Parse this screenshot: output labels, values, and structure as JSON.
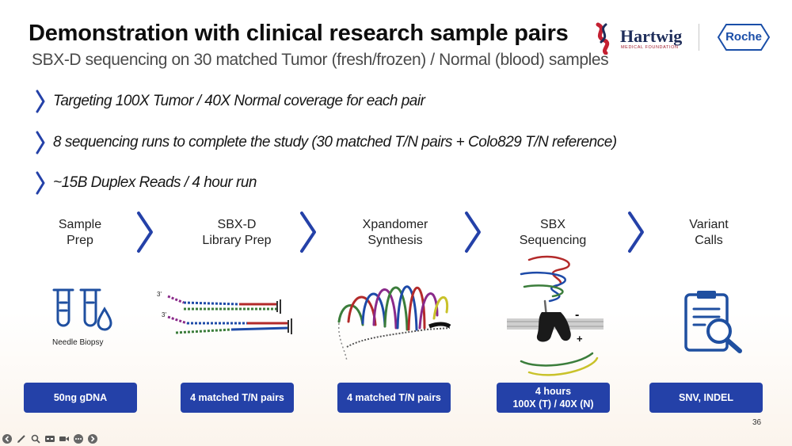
{
  "slide": {
    "title": "Demonstration with clinical research sample pairs",
    "subtitle": "SBX-D sequencing on 30 matched Tumor (fresh/frozen) / Normal (blood) samples",
    "page_number": "36"
  },
  "logos": {
    "hartwig_name": "Hartwig",
    "hartwig_sub": "MEDICAL FOUNDATION",
    "roche": "Roche"
  },
  "bullets": [
    "Targeting 100X Tumor / 40X Normal coverage for each pair",
    "8 sequencing runs to complete the study (30 matched T/N pairs + Colo829 T/N reference)",
    "~15B Duplex Reads / 4 hour run"
  ],
  "steps": [
    {
      "label_line1": "Sample",
      "label_line2": "Prep",
      "box_line1": "50ng gDNA",
      "box_line2": ""
    },
    {
      "label_line1": "SBX-D",
      "label_line2": "Library Prep",
      "box_line1": "4 matched T/N pairs",
      "box_line2": ""
    },
    {
      "label_line1": "Xpandomer",
      "label_line2": "Synthesis",
      "box_line1": "4 matched T/N pairs",
      "box_line2": ""
    },
    {
      "label_line1": "SBX",
      "label_line2": "Sequencing",
      "box_line1": "4 hours",
      "box_line2": "100X (T) / 40X (N)"
    },
    {
      "label_line1": "Variant",
      "label_line2": "Calls",
      "box_line1": "SNV, INDEL",
      "box_line2": ""
    }
  ],
  "illustration": {
    "needle_caption": "Needle Biopsy",
    "strand_end_a": "3'",
    "strand_end_b": "3'",
    "membrane_minus": "-",
    "membrane_plus": "+"
  },
  "colors": {
    "accent_blue": "#2441a8",
    "chevron_blue": "#2441a8",
    "icon_blue": "#1f4fa0"
  },
  "toolbar_icons": [
    "back-icon",
    "pen-icon",
    "zoom-icon",
    "captions-icon",
    "camera-icon",
    "more-icon",
    "forward-icon"
  ]
}
